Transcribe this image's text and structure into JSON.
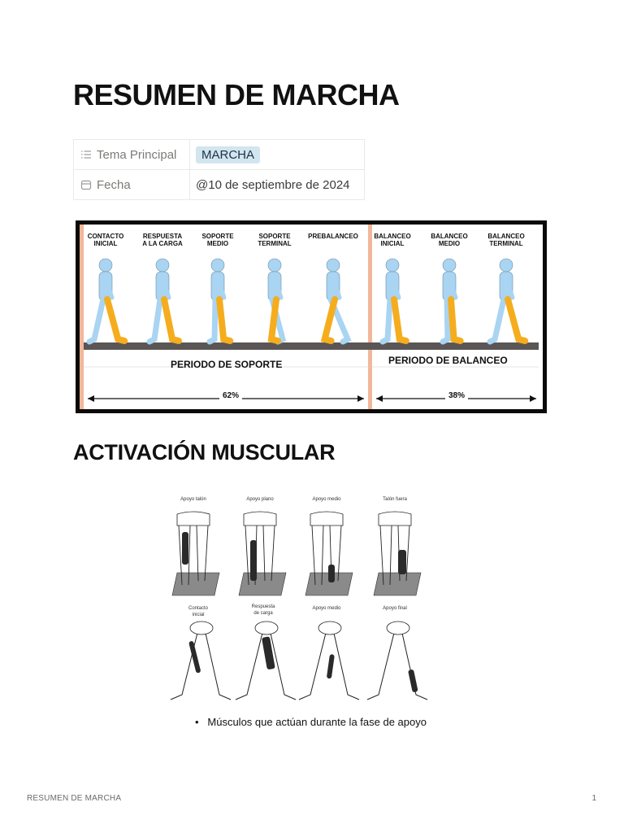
{
  "title": "RESUMEN DE MARCHA",
  "properties": [
    {
      "icon": "list-icon",
      "key": "Tema Principal",
      "value": "MARCHA",
      "is_tag": true
    },
    {
      "icon": "calendar-icon",
      "key": "Fecha",
      "value": "@10 de septiembre de 2024",
      "is_tag": false
    }
  ],
  "gait_figure": {
    "stance_phases": [
      "CONTACTO\nINICIAL",
      "RESPUESTA\nA LA CARGA",
      "SOPORTE\nMEDIO",
      "SOPORTE\nTERMINAL",
      "PREBALANCEO"
    ],
    "swing_phases": [
      "BALANCEO\nINICIAL",
      "BALANCEO\nMEDIO",
      "BALANCEO\nTERMINAL"
    ],
    "stance_period": "PERIODO DE SOPORTE",
    "swing_period": "PERIODO DE BALANCEO",
    "stance_pct": "62%",
    "swing_pct": "38%",
    "colors": {
      "body": "#a9d4f2",
      "leg": "#f5ad1e",
      "floor": "#5a5656",
      "divider": "#f2b79a"
    }
  },
  "section_heading": "ACTIVACIÓN MUSCULAR",
  "muscle_figure": {
    "top_labels": [
      "Apoyo talón",
      "Apoyo plano",
      "Apoyo medio",
      "Talón fuera"
    ],
    "bottom_labels": [
      "Contacto\ninicial",
      "Respuesta\nde carga",
      "Apoyo medio",
      "Apoyo final"
    ]
  },
  "bullet_text": "Músculos que actúan durante la fase de apoyo",
  "footer": {
    "title": "RESUMEN DE MARCHA",
    "page": "1"
  }
}
